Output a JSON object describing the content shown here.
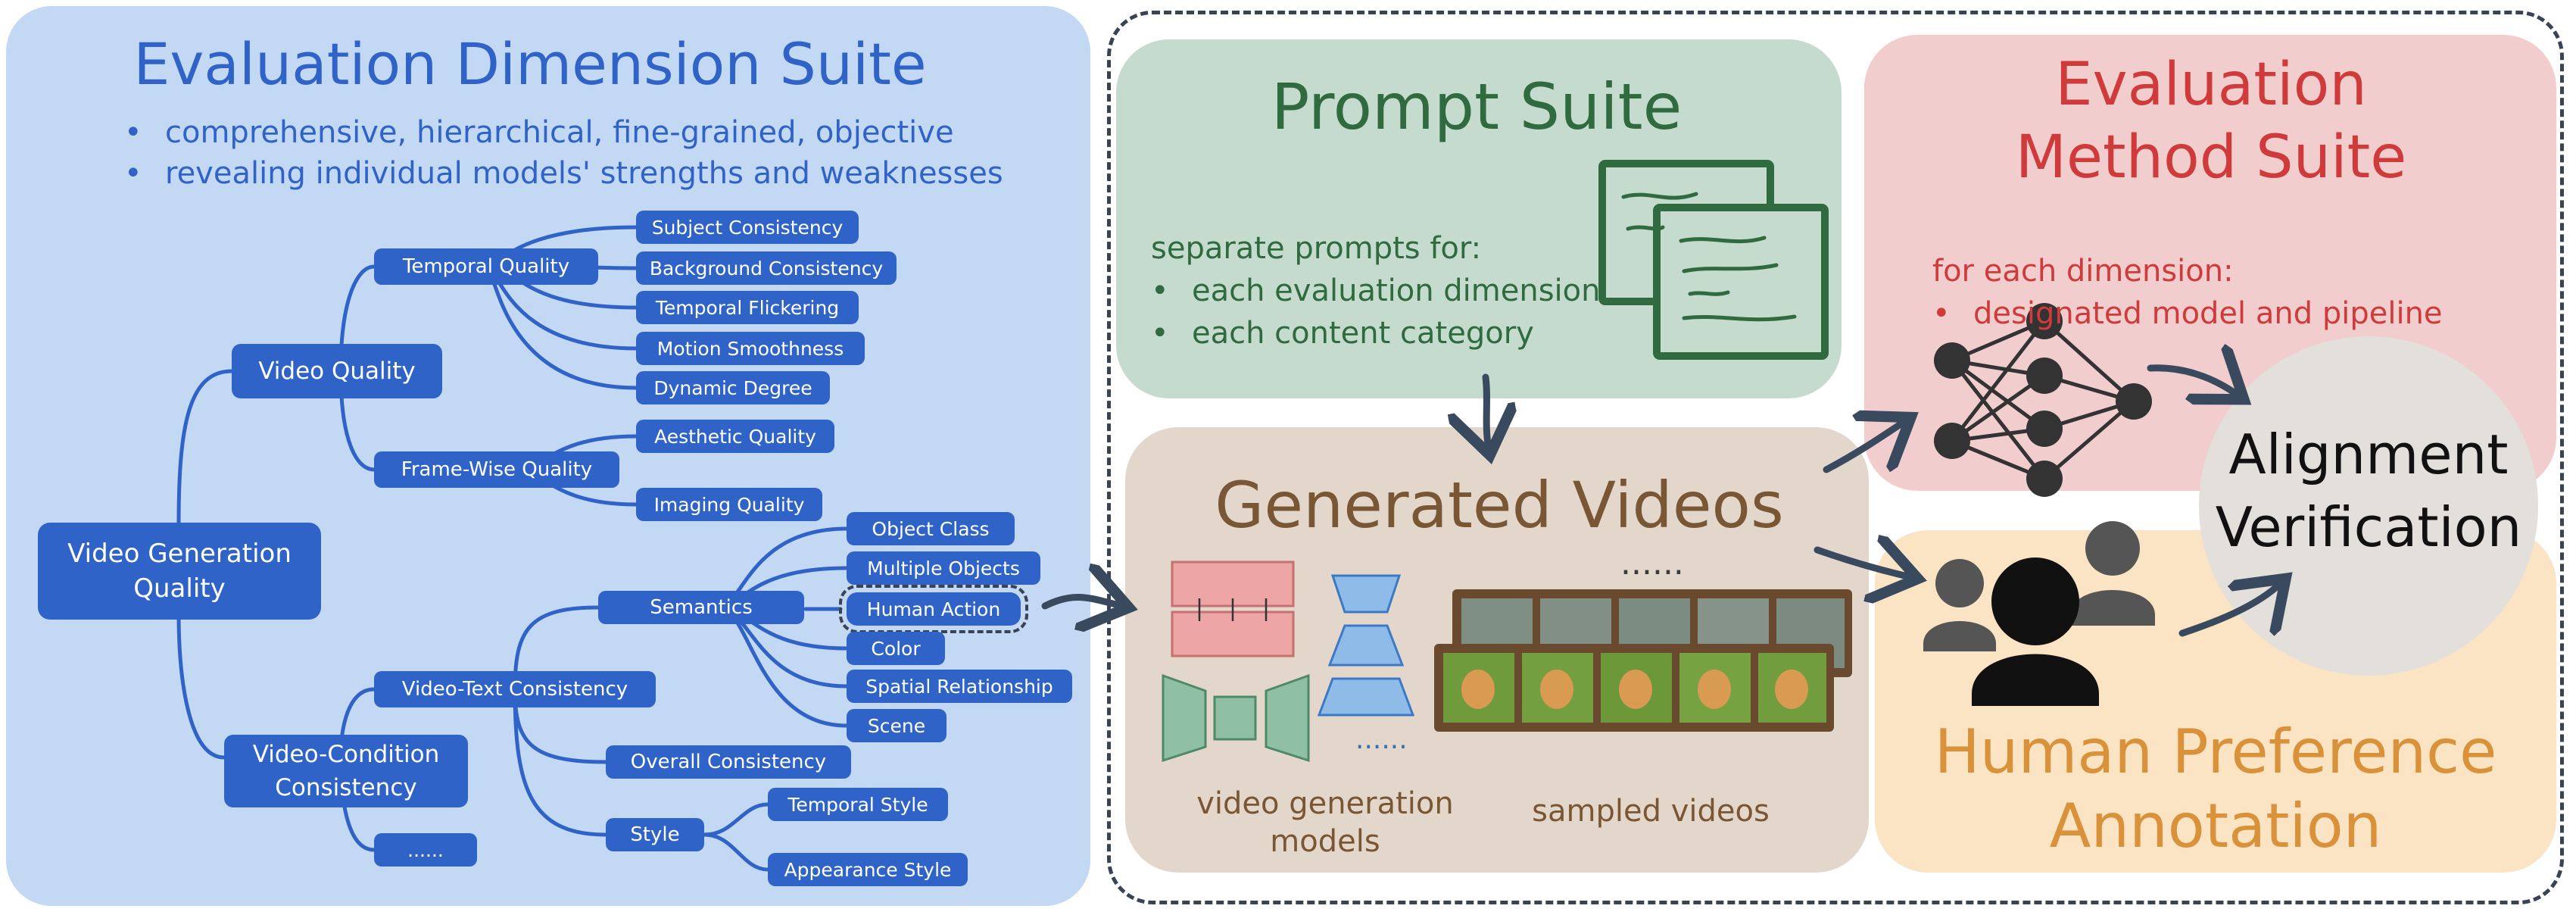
{
  "dimension_suite": {
    "title": "Evaluation Dimension Suite",
    "bullets": [
      "comprehensive, hierarchical, fine-grained, objective",
      "revealing individual models' strengths and weaknesses"
    ],
    "tree": {
      "root": "Video Generation Quality",
      "video_quality": "Video Quality",
      "temporal_quality": "Temporal Quality",
      "temporal_items": [
        "Subject Consistency",
        "Background Consistency",
        "Temporal Flickering",
        "Motion Smoothness",
        "Dynamic Degree"
      ],
      "frame_wise_quality": "Frame-Wise Quality",
      "frame_items": [
        "Aesthetic Quality",
        "Imaging Quality"
      ],
      "video_condition": "Video-Condition Consistency",
      "video_text": "Video-Text Consistency",
      "semantics": "Semantics",
      "semantics_items": [
        "Object Class",
        "Multiple Objects",
        "Human Action",
        "Color",
        "Spatial Relationship",
        "Scene"
      ],
      "overall_consistency": "Overall Consistency",
      "style": "Style",
      "style_items": [
        "Temporal Style",
        "Appearance Style"
      ],
      "more": "......"
    }
  },
  "prompt_suite": {
    "title": "Prompt Suite",
    "intro": "separate prompts for:",
    "bullets": [
      "each evaluation dimension",
      "each content category"
    ]
  },
  "generated_videos": {
    "title": "Generated Videos",
    "caption_models": "video generation\nmodels",
    "caption_sampled": "sampled videos",
    "dots_top": "......",
    "dots_mid": "......"
  },
  "method_suite": {
    "title": "Evaluation\nMethod Suite",
    "intro": "for each dimension:",
    "bullets": [
      "designated model and pipeline"
    ]
  },
  "alignment": {
    "text": "Alignment\nVerification"
  },
  "human_preference": {
    "title": "Human Preference\nAnnotation"
  },
  "colors": {
    "dimension_blue": "#2f63c8",
    "prompt_green": "#2f6b3e",
    "generated_brown": "#7a5734",
    "method_red": "#cf3b3b",
    "human_orange": "#d9923a"
  }
}
